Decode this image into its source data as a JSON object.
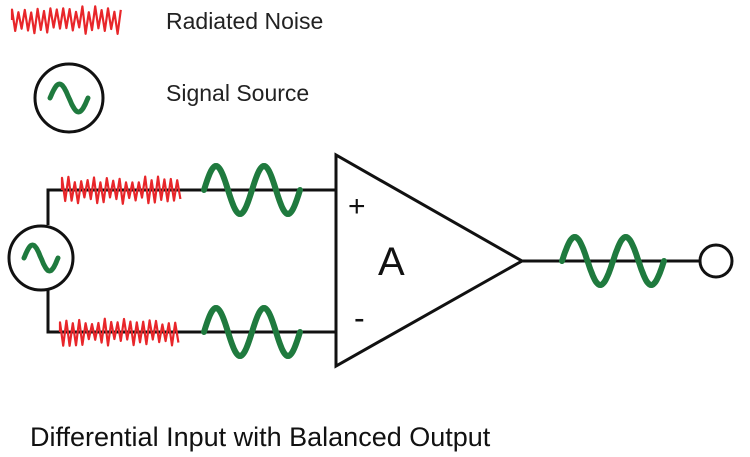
{
  "legend": {
    "noise_label": "Radiated Noise",
    "source_label": "Signal Source"
  },
  "amplifier": {
    "gain_label": "A",
    "plus_label": "+",
    "minus_label": "-"
  },
  "caption": "Differential Input with Balanced Output",
  "colors": {
    "noise": "#e8262a",
    "signal": "#1f7a3e",
    "wire": "#111111"
  }
}
